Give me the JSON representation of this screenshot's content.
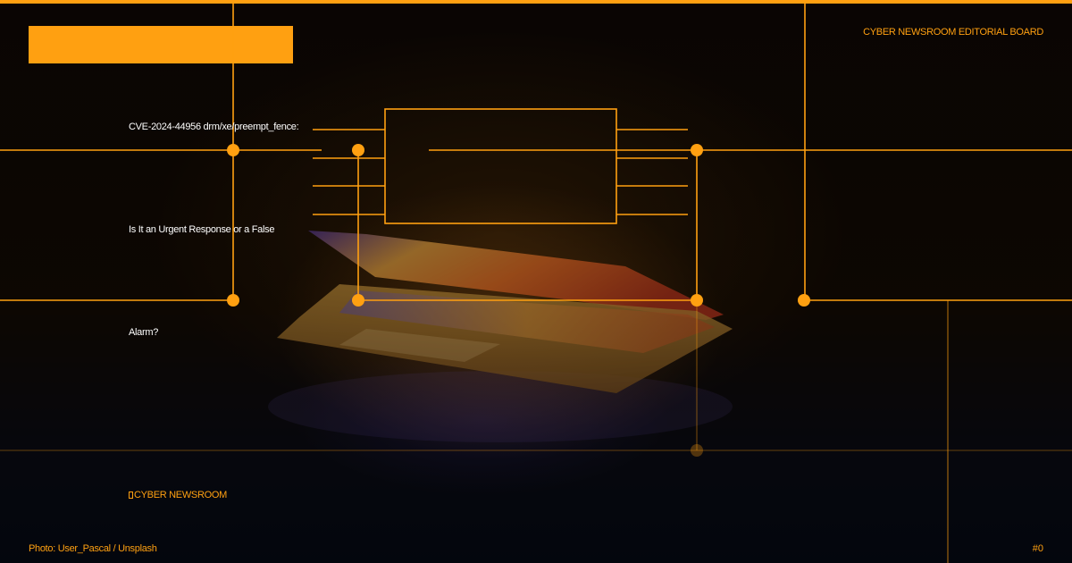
{
  "header": {
    "board_label": "CYBER NEWSROOM EDITORIAL BOARD"
  },
  "headline": {
    "lines": [
      "CVE-2024-44956 drm/xe/preempt_fence:",
      "Is It an Urgent Response or a False",
      "Alarm?"
    ]
  },
  "footer": {
    "brand_icon": "newsroom-logo-icon",
    "brand": "CYBER NEWSROOM",
    "credit": "Photo: User_Pascal / Unsplash",
    "page_number": "#0"
  },
  "colors": {
    "accent": "#ffa011",
    "text": "#ffffff",
    "background": "#100905"
  }
}
